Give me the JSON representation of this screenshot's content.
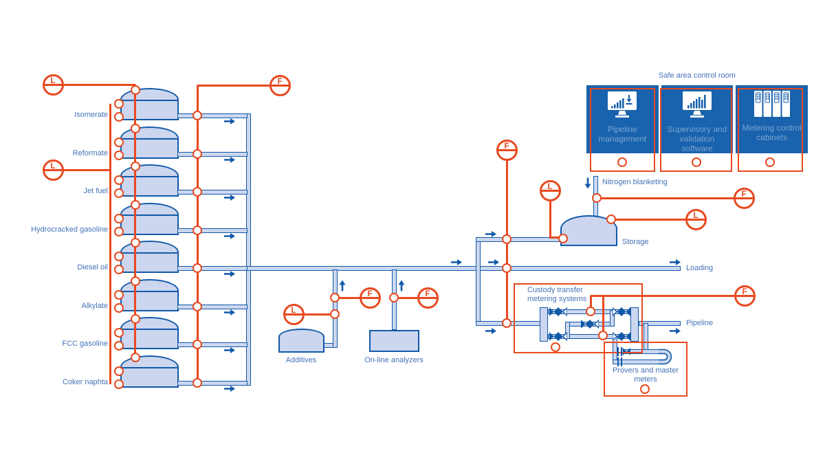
{
  "control_room": {
    "title": "Safe area control room",
    "panels": [
      {
        "label": "Pipeline management",
        "icon": "monitor-download-icon"
      },
      {
        "label": "Supervisory and validation software",
        "icon": "monitor-chart-icon"
      },
      {
        "label": "Metering control cabinets",
        "icon": "cabinets-icon"
      }
    ]
  },
  "tanks": [
    {
      "label": "Isomerate"
    },
    {
      "label": "Reformate"
    },
    {
      "label": "Jet fuel"
    },
    {
      "label": "Hydrocracked gasoline"
    },
    {
      "label": "Diesel oil"
    },
    {
      "label": "Alkylate"
    },
    {
      "label": "FCC gasoline"
    },
    {
      "label": "Coker naphta"
    }
  ],
  "equipment": {
    "additives_label": "Additives",
    "analyzers_label": "On-line analyzers",
    "storage_label": "Storage",
    "custody_label": "Custody transfer metering systems",
    "provers_label": "Provers and master meters"
  },
  "lines": {
    "nitrogen_label": "Nitrogen blanketing",
    "loading_label": "Loading",
    "pipeline_label": "Pipeline"
  },
  "instruments": {
    "level_tag": "L",
    "flow_tag": "F"
  },
  "colors": {
    "orange": "#e8491f",
    "line_blue": "#1159a8",
    "pipe_fill": "#ccd7f0",
    "panel_blue": "#1962ad",
    "label_blue": "#4472b8"
  }
}
